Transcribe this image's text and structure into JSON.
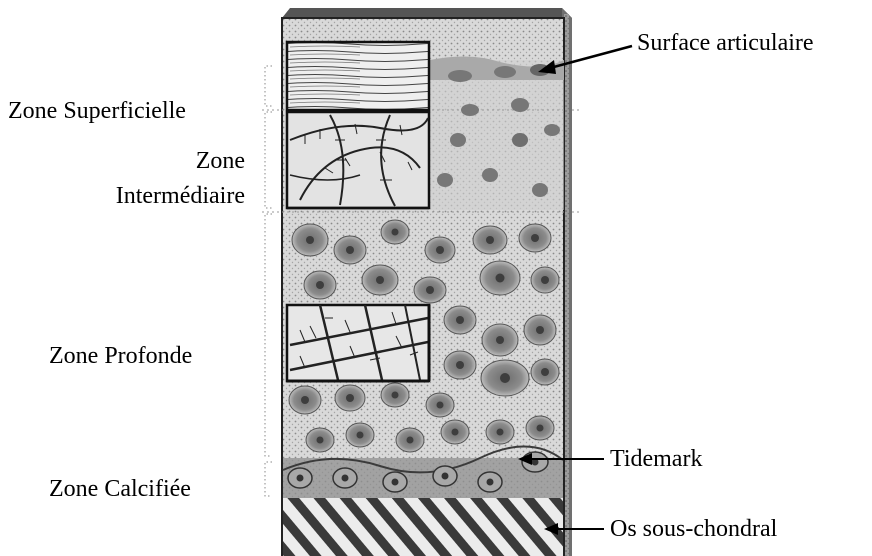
{
  "diagram": {
    "zones": {
      "superficielle": "Zone Superficielle",
      "intermediaire_line1": "Zone",
      "intermediaire_line2": "Intermédiaire",
      "profonde": "Zone Profonde",
      "calcifiee": "Zone Calcifiée"
    },
    "callouts": {
      "surface": "Surface articulaire",
      "tidemark": "Tidemark",
      "os": "Os sous-chondral"
    }
  }
}
